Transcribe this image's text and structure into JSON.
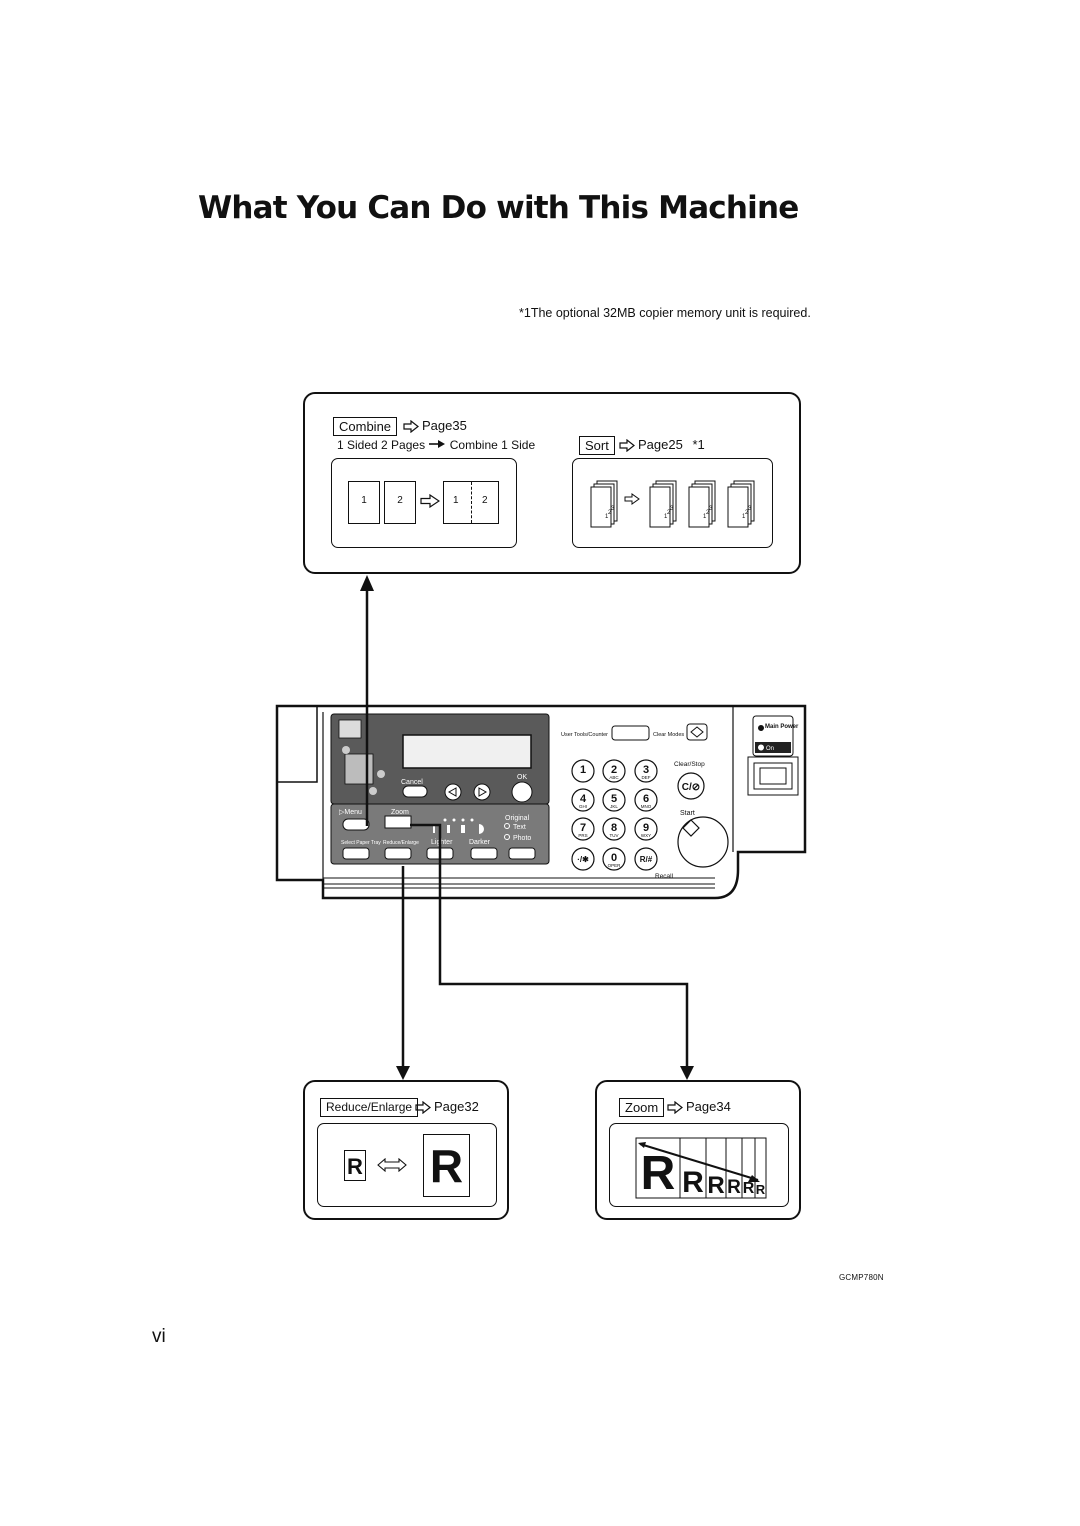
{
  "page": {
    "title": "What You Can Do with This Machine",
    "footnote": "*1The optional 32MB copier memory unit is required.",
    "figure_code": "GCMP780N",
    "page_number": "vi"
  },
  "combine": {
    "key": "Combine",
    "page_ref": "Page35",
    "caption": "1 Sided 2 Pages",
    "caption_result": "Combine 1 Side",
    "sheet_1": "1",
    "sheet_2": "2"
  },
  "sort": {
    "key": "Sort",
    "page_ref": "Page25",
    "note": "*1"
  },
  "reduce_enlarge": {
    "key": "Reduce/Enlarge",
    "page_ref": "Page32",
    "letter": "R"
  },
  "zoom": {
    "key": "Zoom",
    "page_ref": "Page34",
    "letters": [
      "R",
      "R",
      "R",
      "R",
      "R",
      "R"
    ]
  },
  "panel": {
    "user_tools": "User Tools/Counter",
    "clear_modes": "Clear Modes",
    "main_power": "Main Power",
    "on": "On",
    "cancel": "Cancel",
    "ok": "OK",
    "menu": "Menu",
    "zoom": "Zoom",
    "original": "Original",
    "text": "Text",
    "photo": "Photo",
    "select_paper_tray": "Select Paper Tray",
    "reduce_enlarge": "Reduce/Enlarge",
    "lighter": "Lighter",
    "darker": "Darker",
    "clear_stop": "Clear/Stop",
    "start": "Start",
    "recall": "Recall",
    "keys": [
      {
        "num": "1",
        "sub": ""
      },
      {
        "num": "2",
        "sub": "ABC"
      },
      {
        "num": "3",
        "sub": "DEF"
      },
      {
        "num": "4",
        "sub": "GHI"
      },
      {
        "num": "5",
        "sub": "JKL"
      },
      {
        "num": "6",
        "sub": "MNO"
      },
      {
        "num": "7",
        "sub": "PRS"
      },
      {
        "num": "8",
        "sub": "TUV"
      },
      {
        "num": "9",
        "sub": "WXY"
      },
      {
        "num": "·/✱",
        "sub": ""
      },
      {
        "num": "0",
        "sub": "OPER"
      },
      {
        "num": "R/#",
        "sub": ""
      }
    ],
    "clear_key": "C/⊘"
  }
}
